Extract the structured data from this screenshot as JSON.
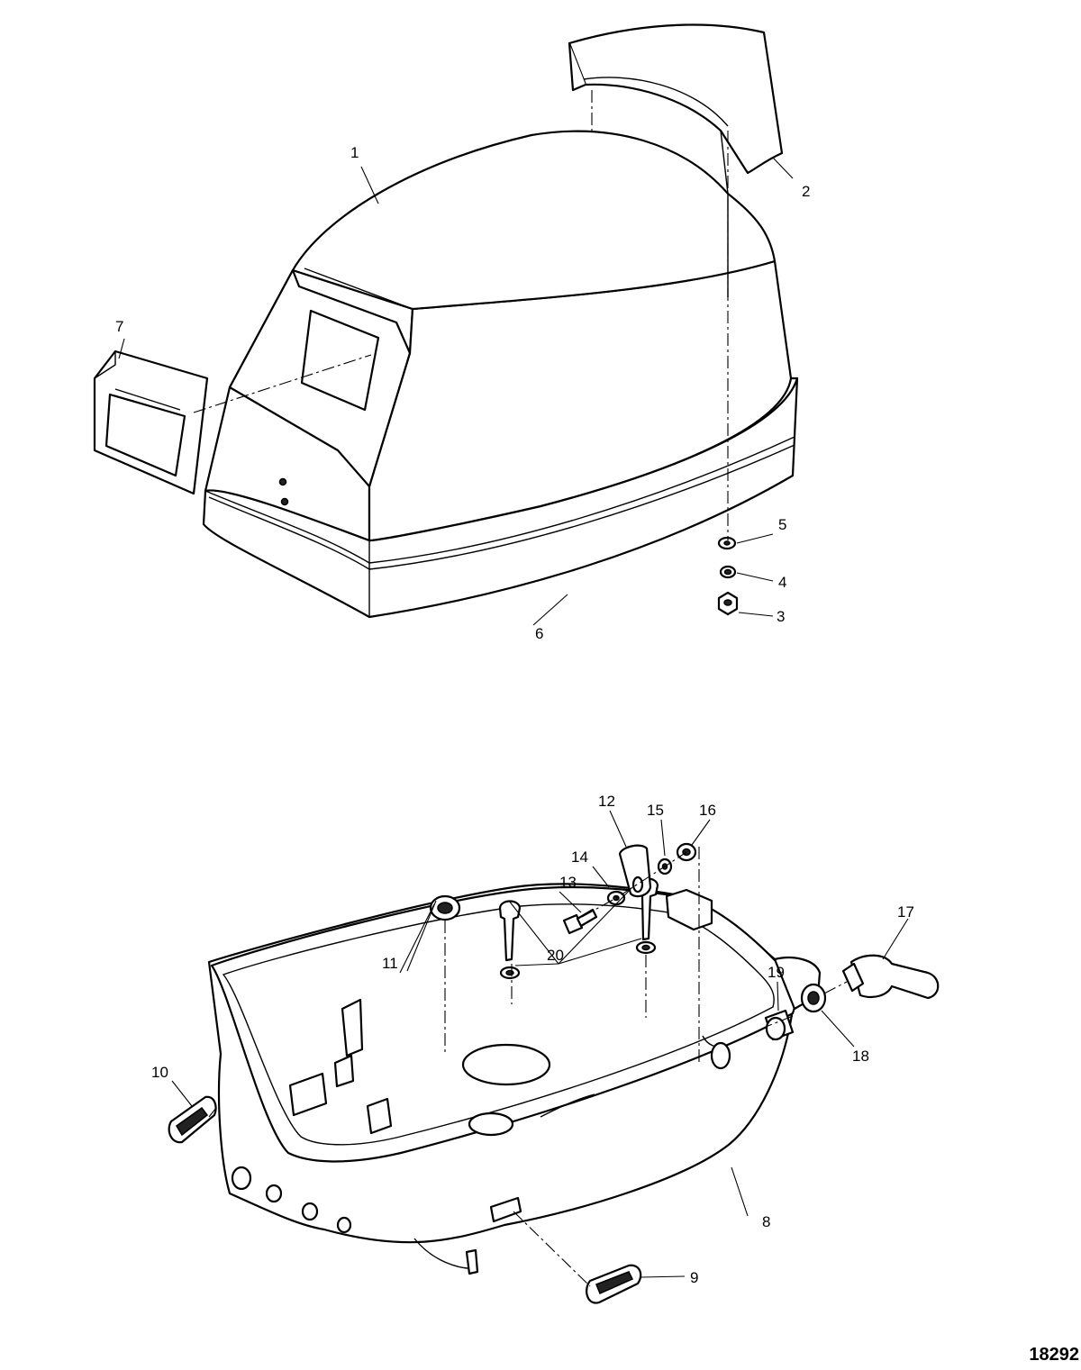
{
  "figure_number": "18292",
  "callouts": [
    "1",
    "2",
    "3",
    "4",
    "5",
    "6",
    "7",
    "8",
    "9",
    "10",
    "11",
    "12",
    "13",
    "14",
    "15",
    "16",
    "17",
    "18",
    "19",
    "20"
  ]
}
